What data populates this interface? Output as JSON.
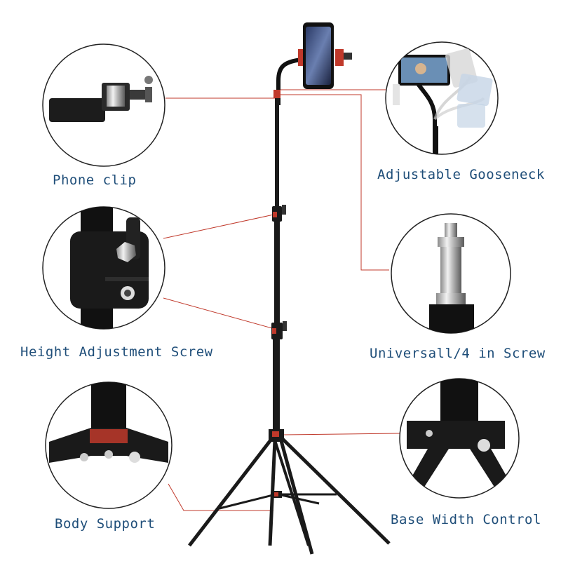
{
  "labels": {
    "phone_clip": "Phone clip",
    "gooseneck": "Adjustable Gooseneck",
    "height_screw": "Height Adjustment Screw",
    "universal_screw": "Universall/4 in Screw",
    "body_support": "Body Support",
    "base_width": "Base Width Control"
  },
  "colors": {
    "label_text": "#1f4e79",
    "leader_line": "#c0392b",
    "stand_metal": "#1a1a1a",
    "accent_red": "#c0392b",
    "circle_border": "#222222"
  },
  "icons": {
    "phone_clip": "phone-clip-image",
    "gooseneck": "gooseneck-image",
    "height_screw": "height-screw-image",
    "universal_screw": "quarter-inch-screw-image",
    "body_support": "body-support-image",
    "base_width": "base-width-image"
  }
}
